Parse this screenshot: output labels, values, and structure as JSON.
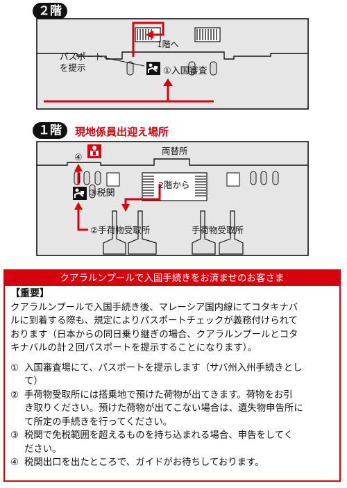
{
  "floor2": {
    "badge": "２階",
    "label_upstairs": "1階へ",
    "label_passport_line1": "パスポート",
    "label_passport_line2": "を提示",
    "label_immigration": "①入国審査"
  },
  "floor1": {
    "badge": "１階",
    "title": "現地係員出迎え場所",
    "label_exchange": "両替所",
    "label_from2f": "2階から",
    "label_step4": "④",
    "label_customs": "③税関",
    "label_baggage1": "②手荷物受取所",
    "label_baggage2": "手荷物受取所"
  },
  "info": {
    "header": "クアラルンプールで入国手続きをお済ませのお客さま",
    "important": "【重要】",
    "intro_lines": [
      "クアラルンプールで入国手続き後、マレーシア国内線にてコタキナバ",
      "ルに到着する際も、規定によりパスポートチェックが義務付けられて",
      "おります（日本からの同日乗り継ぎの場合、クアラルンプールとコタ",
      "キナバルの計２回パスポートを提示することになります）。"
    ],
    "items": [
      {
        "num": "①",
        "lines": [
          "入国審査場にて、パスポートを提示します（サバ州入州手続きとし",
          "て）"
        ]
      },
      {
        "num": "②",
        "lines": [
          "手荷物受取所には搭乗地で預けた荷物が出てきます。荷物をお引",
          "き取りください。預けた荷物が出てこない場合は、遺失物申告所に",
          "て所定の手続きを行ってください。"
        ]
      },
      {
        "num": "③",
        "lines": [
          "税関で免税範囲を超えるものを持ち込まれる場合、申告をしてく",
          "ださい。"
        ]
      },
      {
        "num": "④",
        "lines": [
          "税関出口を出たところで、ガイドがお待ちしております。"
        ]
      }
    ]
  },
  "colors": {
    "accent": "#d7000f",
    "wall": "#111111",
    "floor": "#e6e6e6"
  }
}
